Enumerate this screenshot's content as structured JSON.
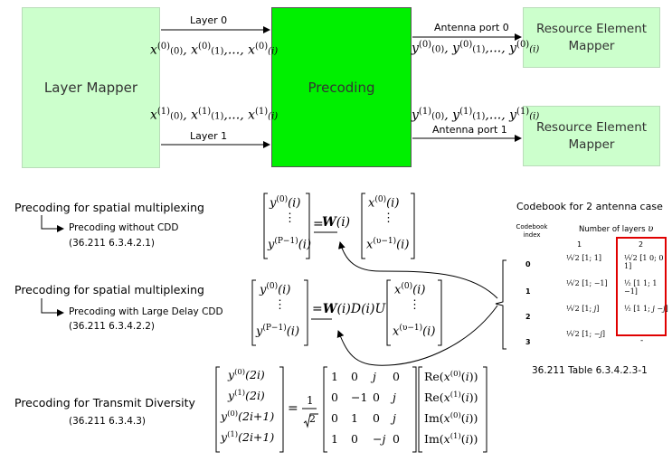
{
  "blocks": {
    "layer_mapper": "Layer Mapper",
    "precoding": "Precoding",
    "rem_1": "Resource Element Mapper",
    "rem_2": "Resource Element Mapper"
  },
  "links": {
    "layer0": "Layer 0",
    "layer1": "Layer 1",
    "antenna0": "Antenna port 0",
    "antenna1": "Antenna port 1"
  },
  "sections": {
    "sm_title_1": "Precoding for spatial multiplexing",
    "sm_sub_1": "Precoding without CDD",
    "sm_ref_1": "(36.211 6.3.4.2.1)",
    "sm_title_2": "Precoding for spatial multiplexing",
    "sm_sub_2": "Precoding with Large Delay CDD",
    "sm_ref_2": "(36.211 6.3.4.2.2)",
    "td_title": "Precoding for Transmit Diversity",
    "td_ref": "(36.211 6.3.4.3)"
  },
  "codebook": {
    "title": "Codebook for 2 antenna case",
    "index_header": "Codebook index",
    "layers_header": "Number of layers",
    "layers_symbol": "υ",
    "layer_cols": [
      "1",
      "2"
    ],
    "indices": [
      "0",
      "1",
      "2",
      "3"
    ],
    "col2_row3": "-",
    "table_ref": "36.211 Table 6.3.4.2.3-1"
  },
  "colors": {
    "precoding_fill": "#00f000",
    "mapper_fill": "#ccffcc",
    "highlight": "#e00000"
  }
}
